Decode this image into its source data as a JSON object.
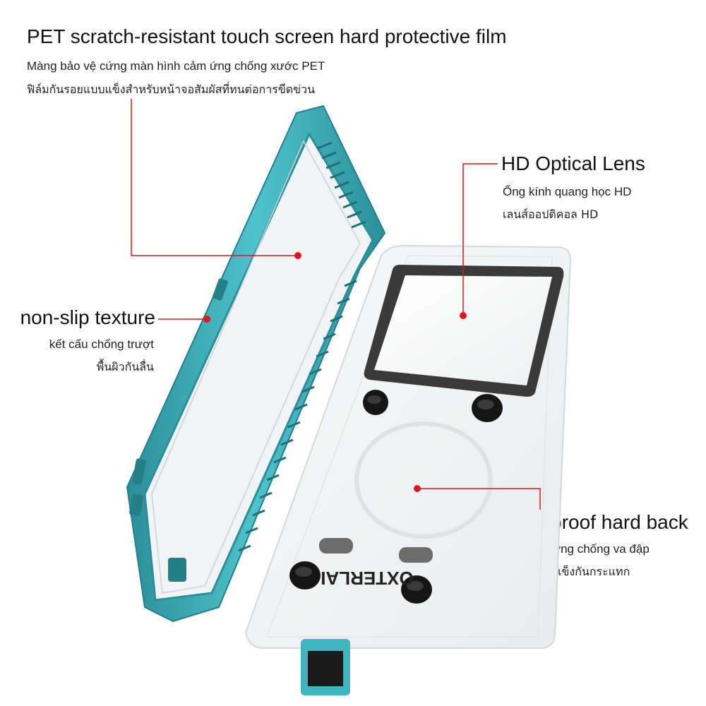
{
  "colors": {
    "case_teal": "#3fb5c0",
    "case_teal_dark": "#2a8f99",
    "callout_dot": "#e0161c",
    "callout_line": "#e0161c"
  },
  "callouts": {
    "screen_film": {
      "title": "PET scratch-resistant touch screen hard protective film",
      "line_vi": "Màng bảo vệ cứng màn hình cảm ứng chống xước PET",
      "line_th": "ฟิล์มกันรอยแบบแข็งสำหรับหน้าจอสัมผัสที่ทนต่อการขีดข่วน"
    },
    "optical_lens": {
      "title": "HD Optical Lens",
      "line_vi": "Ống kính quang học HD",
      "line_th": "เลนส์ออปติคอล HD"
    },
    "non_slip": {
      "title": "non-slip texture",
      "line_vi": "kết cấu chống trượt",
      "line_th": "พื้นผิวกันลื่น"
    },
    "hard_back": {
      "title": "shockproof hard back",
      "line_vi": "Ốp lưng cứng chống va đập",
      "line_th": "ฝาหลังแบบแข็งกันกระแทก"
    }
  },
  "product": {
    "brand": "OXTERLAI"
  }
}
